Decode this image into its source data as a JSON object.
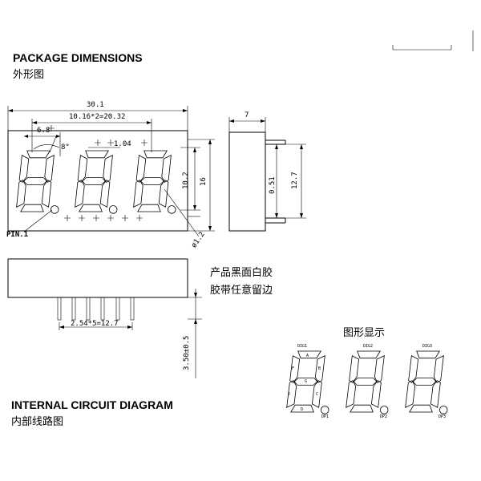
{
  "headings": {
    "package_en": "PACKAGE DIMENSIONS",
    "package_zh": "外形图",
    "circuit_en": "INTERNAL CIRCUIT DIAGRAM",
    "circuit_zh": "内部线路图",
    "segment_zh": "图形显示"
  },
  "notes": {
    "line1": "产品黑面白胶",
    "line2": "胶带任意留边"
  },
  "dimensions": {
    "overall_width": "30.1",
    "digit_pitch": "10.16*2=20.32",
    "first_offset": "6.8",
    "slant": "8°",
    "segment_width": "1.04",
    "digit_height": "10.2",
    "body_height": "16",
    "dp_diameter": "ø1.2",
    "side_width": "7",
    "side_height": "12.7",
    "side_offset": "0.51",
    "pin_pitch": "2.54*5=12.7",
    "pin_length": "3.50±0.5"
  },
  "pin_label": "PIN.1",
  "digits": [
    {
      "label": "DIG1",
      "dp": "DP1"
    },
    {
      "label": "DIG2",
      "dp": "DP2"
    },
    {
      "label": "DIG3",
      "dp": "DP3"
    }
  ],
  "segment_letters": {
    "a": "A",
    "b": "B",
    "c": "C",
    "d": "D",
    "e": "E",
    "f": "F",
    "g": "G"
  }
}
